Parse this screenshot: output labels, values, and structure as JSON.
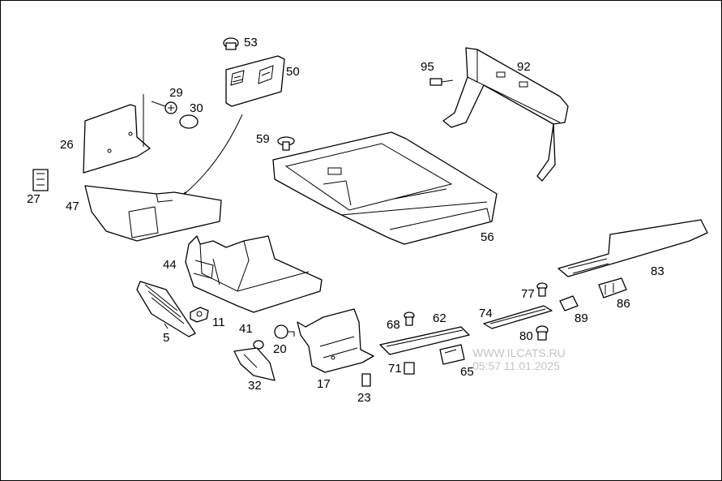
{
  "diagram": {
    "part_numbers": {
      "p5": "5",
      "p11": "11",
      "p17": "17",
      "p20": "20",
      "p23": "23",
      "p26": "26",
      "p27": "27",
      "p29": "29",
      "p30": "30",
      "p32": "32",
      "p41": "41",
      "p44": "44",
      "p47": "47",
      "p50": "50",
      "p53": "53",
      "p56": "56",
      "p59": "59",
      "p62": "62",
      "p65": "65",
      "p68": "68",
      "p71": "71",
      "p74": "74",
      "p77": "77",
      "p80": "80",
      "p83": "83",
      "p86": "86",
      "p89": "89",
      "p92": "92",
      "p95": "95"
    },
    "watermark": {
      "site": "WWW.ILCATS.RU",
      "timestamp": "05:57 11.01.2025"
    }
  }
}
